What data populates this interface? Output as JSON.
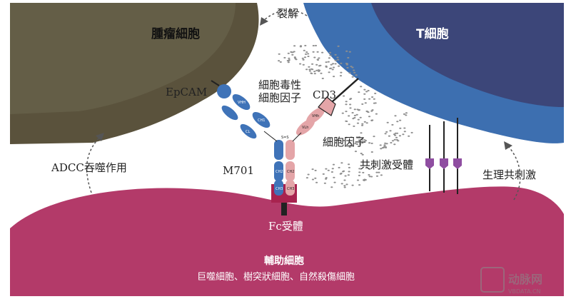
{
  "cells": {
    "tumor": {
      "title": "腫瘤細胞",
      "color": "#5a523c"
    },
    "t_cell": {
      "title": "T細胞",
      "color": "#3c4f8a"
    },
    "helper": {
      "title": "輔助細胞",
      "subtitle": "巨噬細胞、樹突狀細胞、自然殺傷細胞",
      "color": "#b33a69"
    }
  },
  "labels": {
    "lysis": "裂解",
    "cytokines_toxic_line1": "細胞毒性",
    "cytokines_toxic_line2": "細胞因子",
    "epcam": "EpCAM",
    "cd3": "CD3",
    "cytokines": "細胞因子",
    "antibody": "M701",
    "costim_receptor": "共刺激受體",
    "physio_costim": "生理共刺激",
    "adcc": "ADCC吞噬作用",
    "fc_receptor": "Fc受體"
  },
  "antibody_domains": {
    "left_arm": [
      "VHH",
      "CH1",
      "CL"
    ],
    "right_arm": [
      "VLh",
      "VHh"
    ],
    "hinge": "S=S",
    "fc": [
      "CH2",
      "CH2",
      "CH3",
      "CH3"
    ]
  },
  "watermark": {
    "brand": "动脉网",
    "site": "VBDATA.CN"
  },
  "colors": {
    "antibody_blue": "#3f73b8",
    "antibody_pink": "#e4a5a8",
    "receptor_purple": "#8f4ea1",
    "dots": "#8f8f8f"
  }
}
